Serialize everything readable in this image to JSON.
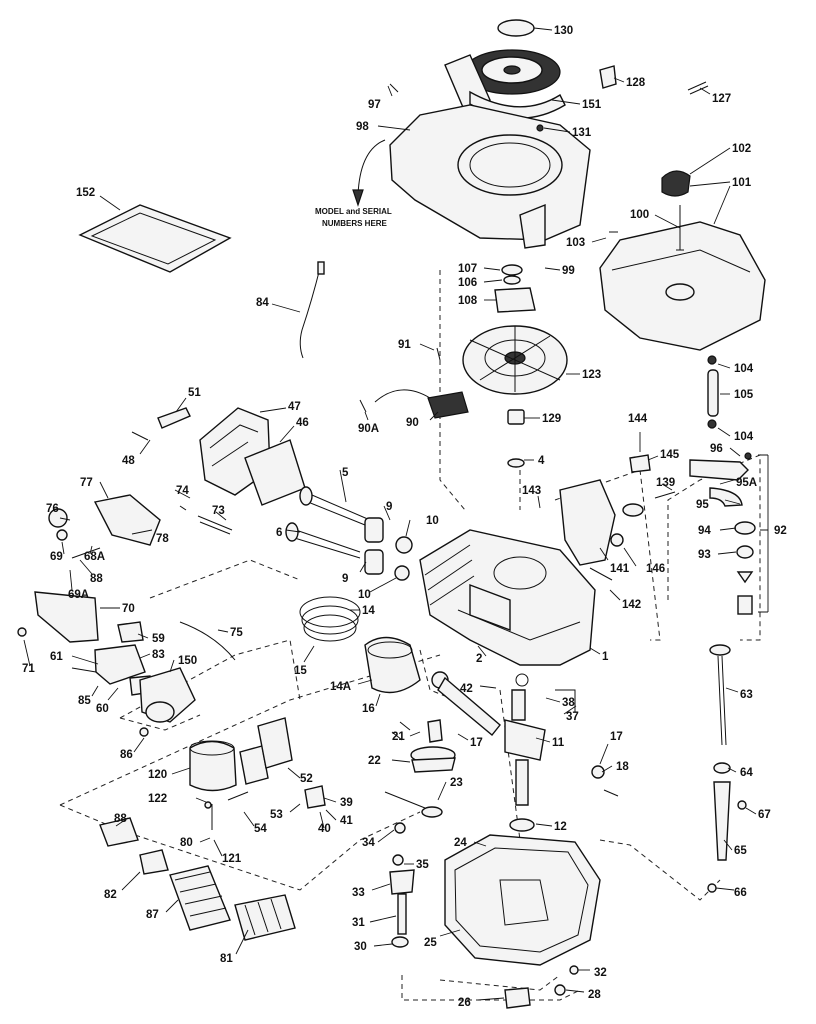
{
  "model_note": [
    "MODEL and SERIAL",
    "NUMBERS HERE"
  ],
  "callouts": {
    "c130": "130",
    "c128": "128",
    "c127": "127",
    "c97": "97",
    "c151": "151",
    "c98": "98",
    "c131": "131",
    "c102": "102",
    "c101": "101",
    "c152": "152",
    "c100": "100",
    "c103": "103",
    "c107": "107",
    "c106": "106",
    "c99": "99",
    "c108": "108",
    "c84": "84",
    "c91": "91",
    "c123": "123",
    "c104a": "104",
    "c105": "105",
    "c104b": "104",
    "c51": "51",
    "c47": "47",
    "c46": "46",
    "c90a": "90A",
    "c90": "90",
    "c129": "129",
    "c144": "144",
    "c96": "96",
    "c48": "48",
    "c4": "4",
    "c145": "145",
    "c95a": "95A",
    "c77": "77",
    "c5": "5",
    "c74": "74",
    "c143": "143",
    "c139": "139",
    "c95": "95",
    "c76": "76",
    "c73": "73",
    "c9a": "9",
    "c10a": "10",
    "c78": "78",
    "c6": "6",
    "c94": "94",
    "c92": "92",
    "c69": "69",
    "c68a": "68A",
    "c141": "141",
    "c146": "146",
    "c93": "93",
    "c88a": "88",
    "c69a": "69A",
    "c9b": "9",
    "c10b": "10",
    "c142": "142",
    "c70": "70",
    "c14": "14",
    "c75": "75",
    "c59": "59",
    "c61": "61",
    "c83": "83",
    "c150": "150",
    "c15": "15",
    "c1": "1",
    "c71": "71",
    "c2": "2",
    "c63": "63",
    "c85": "85",
    "c14a": "14A",
    "c42": "42",
    "c60": "60",
    "c16": "16",
    "c38": "38",
    "c37": "37",
    "c21": "21",
    "c17a": "17",
    "c11": "11",
    "c17b": "17",
    "c86": "86",
    "c22": "22",
    "c52": "52",
    "c18": "18",
    "c120": "120",
    "c64": "64",
    "c23": "23",
    "c122": "122",
    "c53": "53",
    "c39": "39",
    "c54": "54",
    "c41": "41",
    "c67": "67",
    "c88b": "88",
    "c40": "40",
    "c12": "12",
    "c34": "34",
    "c80": "80",
    "c121": "121",
    "c35": "35",
    "c24": "24",
    "c65": "65",
    "c82": "82",
    "c33": "33",
    "c66": "66",
    "c87": "87",
    "c31": "31",
    "c25": "25",
    "c30": "30",
    "c81": "81",
    "c32": "32",
    "c26": "26",
    "c28": "28"
  }
}
